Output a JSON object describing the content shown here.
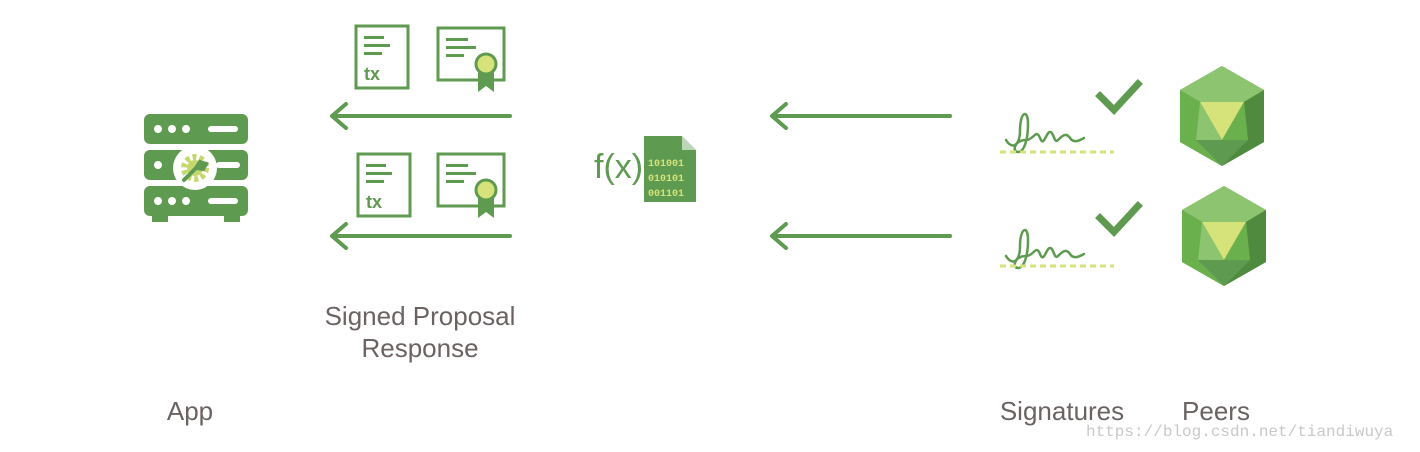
{
  "labels": {
    "signed_proposal_line1": "Signed Proposal",
    "signed_proposal_line2": "Response",
    "app": "App",
    "signatures": "Signatures",
    "peers": "Peers",
    "function": "f(x)"
  },
  "icons": {
    "transaction_text": "tx",
    "binary_rows": [
      "101001",
      "010101",
      "001101"
    ]
  },
  "watermark": "https://blog.csdn.net/tiandiwuya",
  "colors": {
    "primary_green": "#5e9a4f",
    "light_green": "#d6e27a",
    "peer_green": "#6ab04c",
    "text_gray": "#6b6262"
  }
}
